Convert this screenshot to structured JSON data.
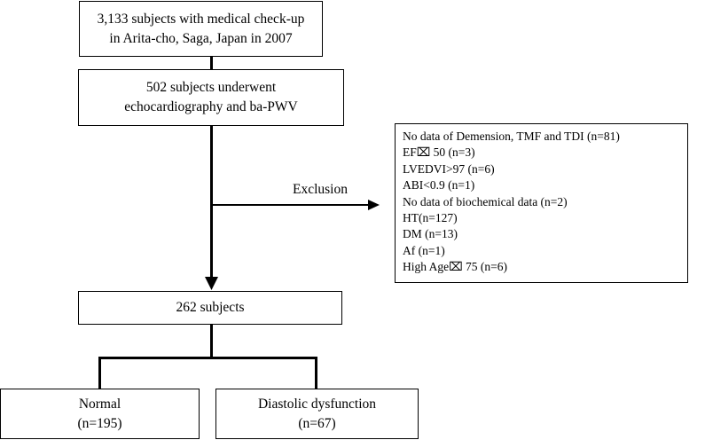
{
  "boxes": {
    "start": {
      "line1": "3,133 subjects with medical check-up",
      "line2": "in Arita-cho, Saga, Japan in 2007"
    },
    "echo": {
      "line1": "502 subjects underwent",
      "line2": "echocardiography and ba-PWV"
    },
    "final": {
      "text": "262 subjects"
    },
    "normal": {
      "line1": "Normal",
      "line2": "(n=195)"
    },
    "diastolic": {
      "line1": "Diastolic dysfunction",
      "line2": "(n=67)"
    }
  },
  "exclusion": {
    "label": "Exclusion",
    "items": [
      "No data of Demension, TMF and TDI   (n=81)",
      "EF⌧  50 (n=3)",
      "LVEDVI>97 (n=6)",
      "ABI<0.9 (n=1)",
      "No data of biochemical data (n=2)",
      "HT(n=127)",
      "DM (n=13)",
      "Af (n=1)",
      "High Age⌧  75 (n=6)"
    ]
  }
}
